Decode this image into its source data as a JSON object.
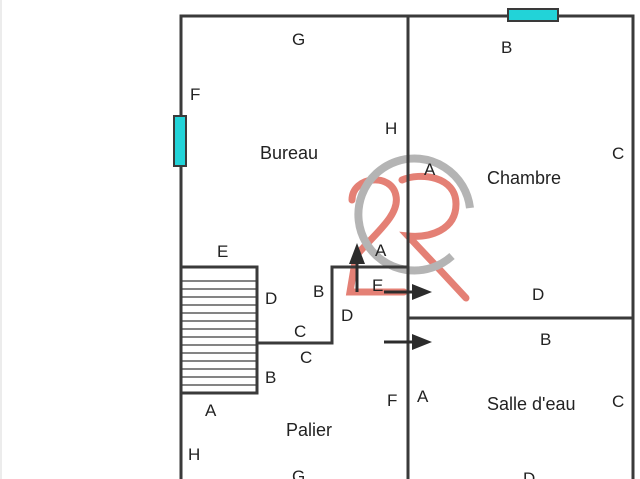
{
  "colors": {
    "wall": "#3a3a3a",
    "window": "#22d3d8",
    "arrow": "#2c2c2c",
    "watermark_red": "#e06a5e",
    "watermark_grey": "#a8a8a8"
  },
  "rooms": {
    "bureau": "Bureau",
    "chambre": "Chambre",
    "palier": "Palier",
    "salle_deau": "Salle d'eau"
  },
  "wall_labels": {
    "bureau_g": "G",
    "bureau_f": "F",
    "bureau_h": "H",
    "bureau_e": "E",
    "chambre_b": "B",
    "chambre_c": "C",
    "chambre_a": "A",
    "chambre_d": "D",
    "door_a": "A",
    "door_e": "E",
    "step_b": "B",
    "step_d": "D",
    "step_c_upper": "C",
    "step_c_lower": "C",
    "stairs_d": "D",
    "stairs_b": "B",
    "palier_a": "A",
    "palier_h": "H",
    "palier_g": "G",
    "palier_f": "F",
    "salle_a": "A",
    "salle_b": "B",
    "salle_c": "C",
    "salle_d": "D"
  }
}
